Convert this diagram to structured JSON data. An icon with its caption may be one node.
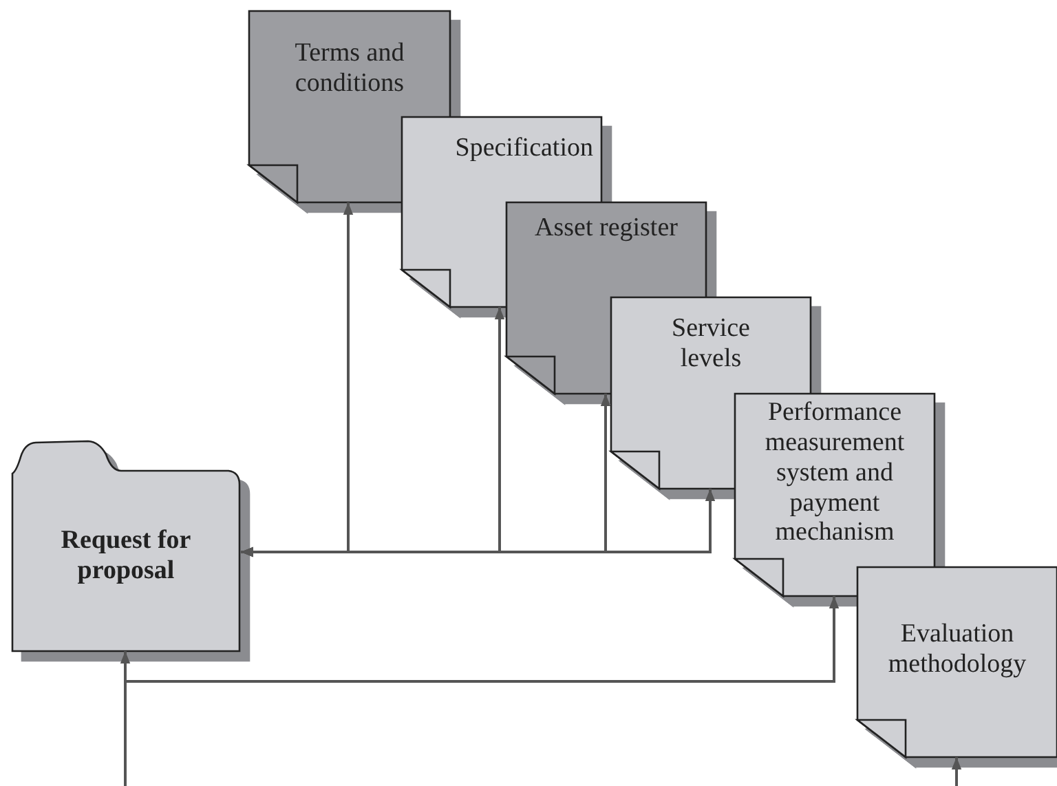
{
  "diagram": {
    "nodes": [
      {
        "text": [
          "Request for proposal"
        ]
      },
      {
        "text": [
          "Terms and conditions"
        ]
      },
      {
        "text": [
          "Specification"
        ]
      },
      {
        "text": [
          "Asset register"
        ]
      },
      {
        "text": [
          "Service levels"
        ]
      },
      {
        "text": [
          "Performance measurement system and payment mechanism"
        ]
      },
      {
        "text": [
          "Evaluation methodology"
        ]
      }
    ],
    "edges": [
      {
        "from": 0,
        "to": 1,
        "arrow": "both"
      },
      {
        "from": 0,
        "to": 2,
        "arrow": "both"
      },
      {
        "from": 0,
        "to": 3,
        "arrow": "both"
      },
      {
        "from": 0,
        "to": 4,
        "arrow": "both"
      },
      {
        "from": null,
        "to": 0,
        "arrow": "to"
      },
      {
        "from": null,
        "to": 5,
        "arrow": "to"
      },
      {
        "from": null,
        "to": 6,
        "arrow": "to"
      }
    ]
  }
}
